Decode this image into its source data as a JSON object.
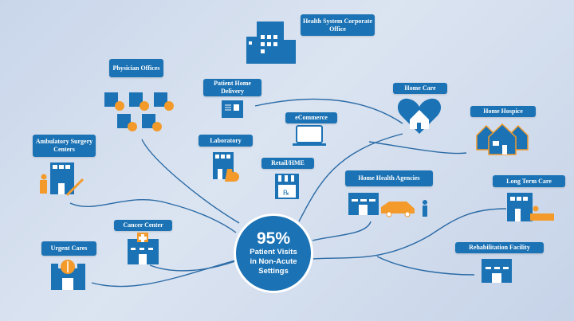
{
  "hub": {
    "percent": "95%",
    "line1": "Patient Visits",
    "line2": "in Non-Acute",
    "line3": "Settings"
  },
  "nodes": {
    "corporate": "Health System Corporate Office",
    "physician": "Physician Offices",
    "home_delivery": "Patient Home Delivery",
    "laboratory": "Laboratory",
    "ecommerce": "eCommerce",
    "retail": "Retail/HME",
    "home_care": "Home Care",
    "home_hospice": "Home Hospice",
    "ambulatory": "Ambulatory Surgery Centers",
    "home_health": "Home Health Agencies",
    "long_term": "Long Term Care",
    "cancer": "Cancer Center",
    "urgent": "Urgent Cares",
    "rehab": "Rehabilitation Facility"
  },
  "colors": {
    "blue": "#1b72b4",
    "orange": "#f39a2b"
  }
}
